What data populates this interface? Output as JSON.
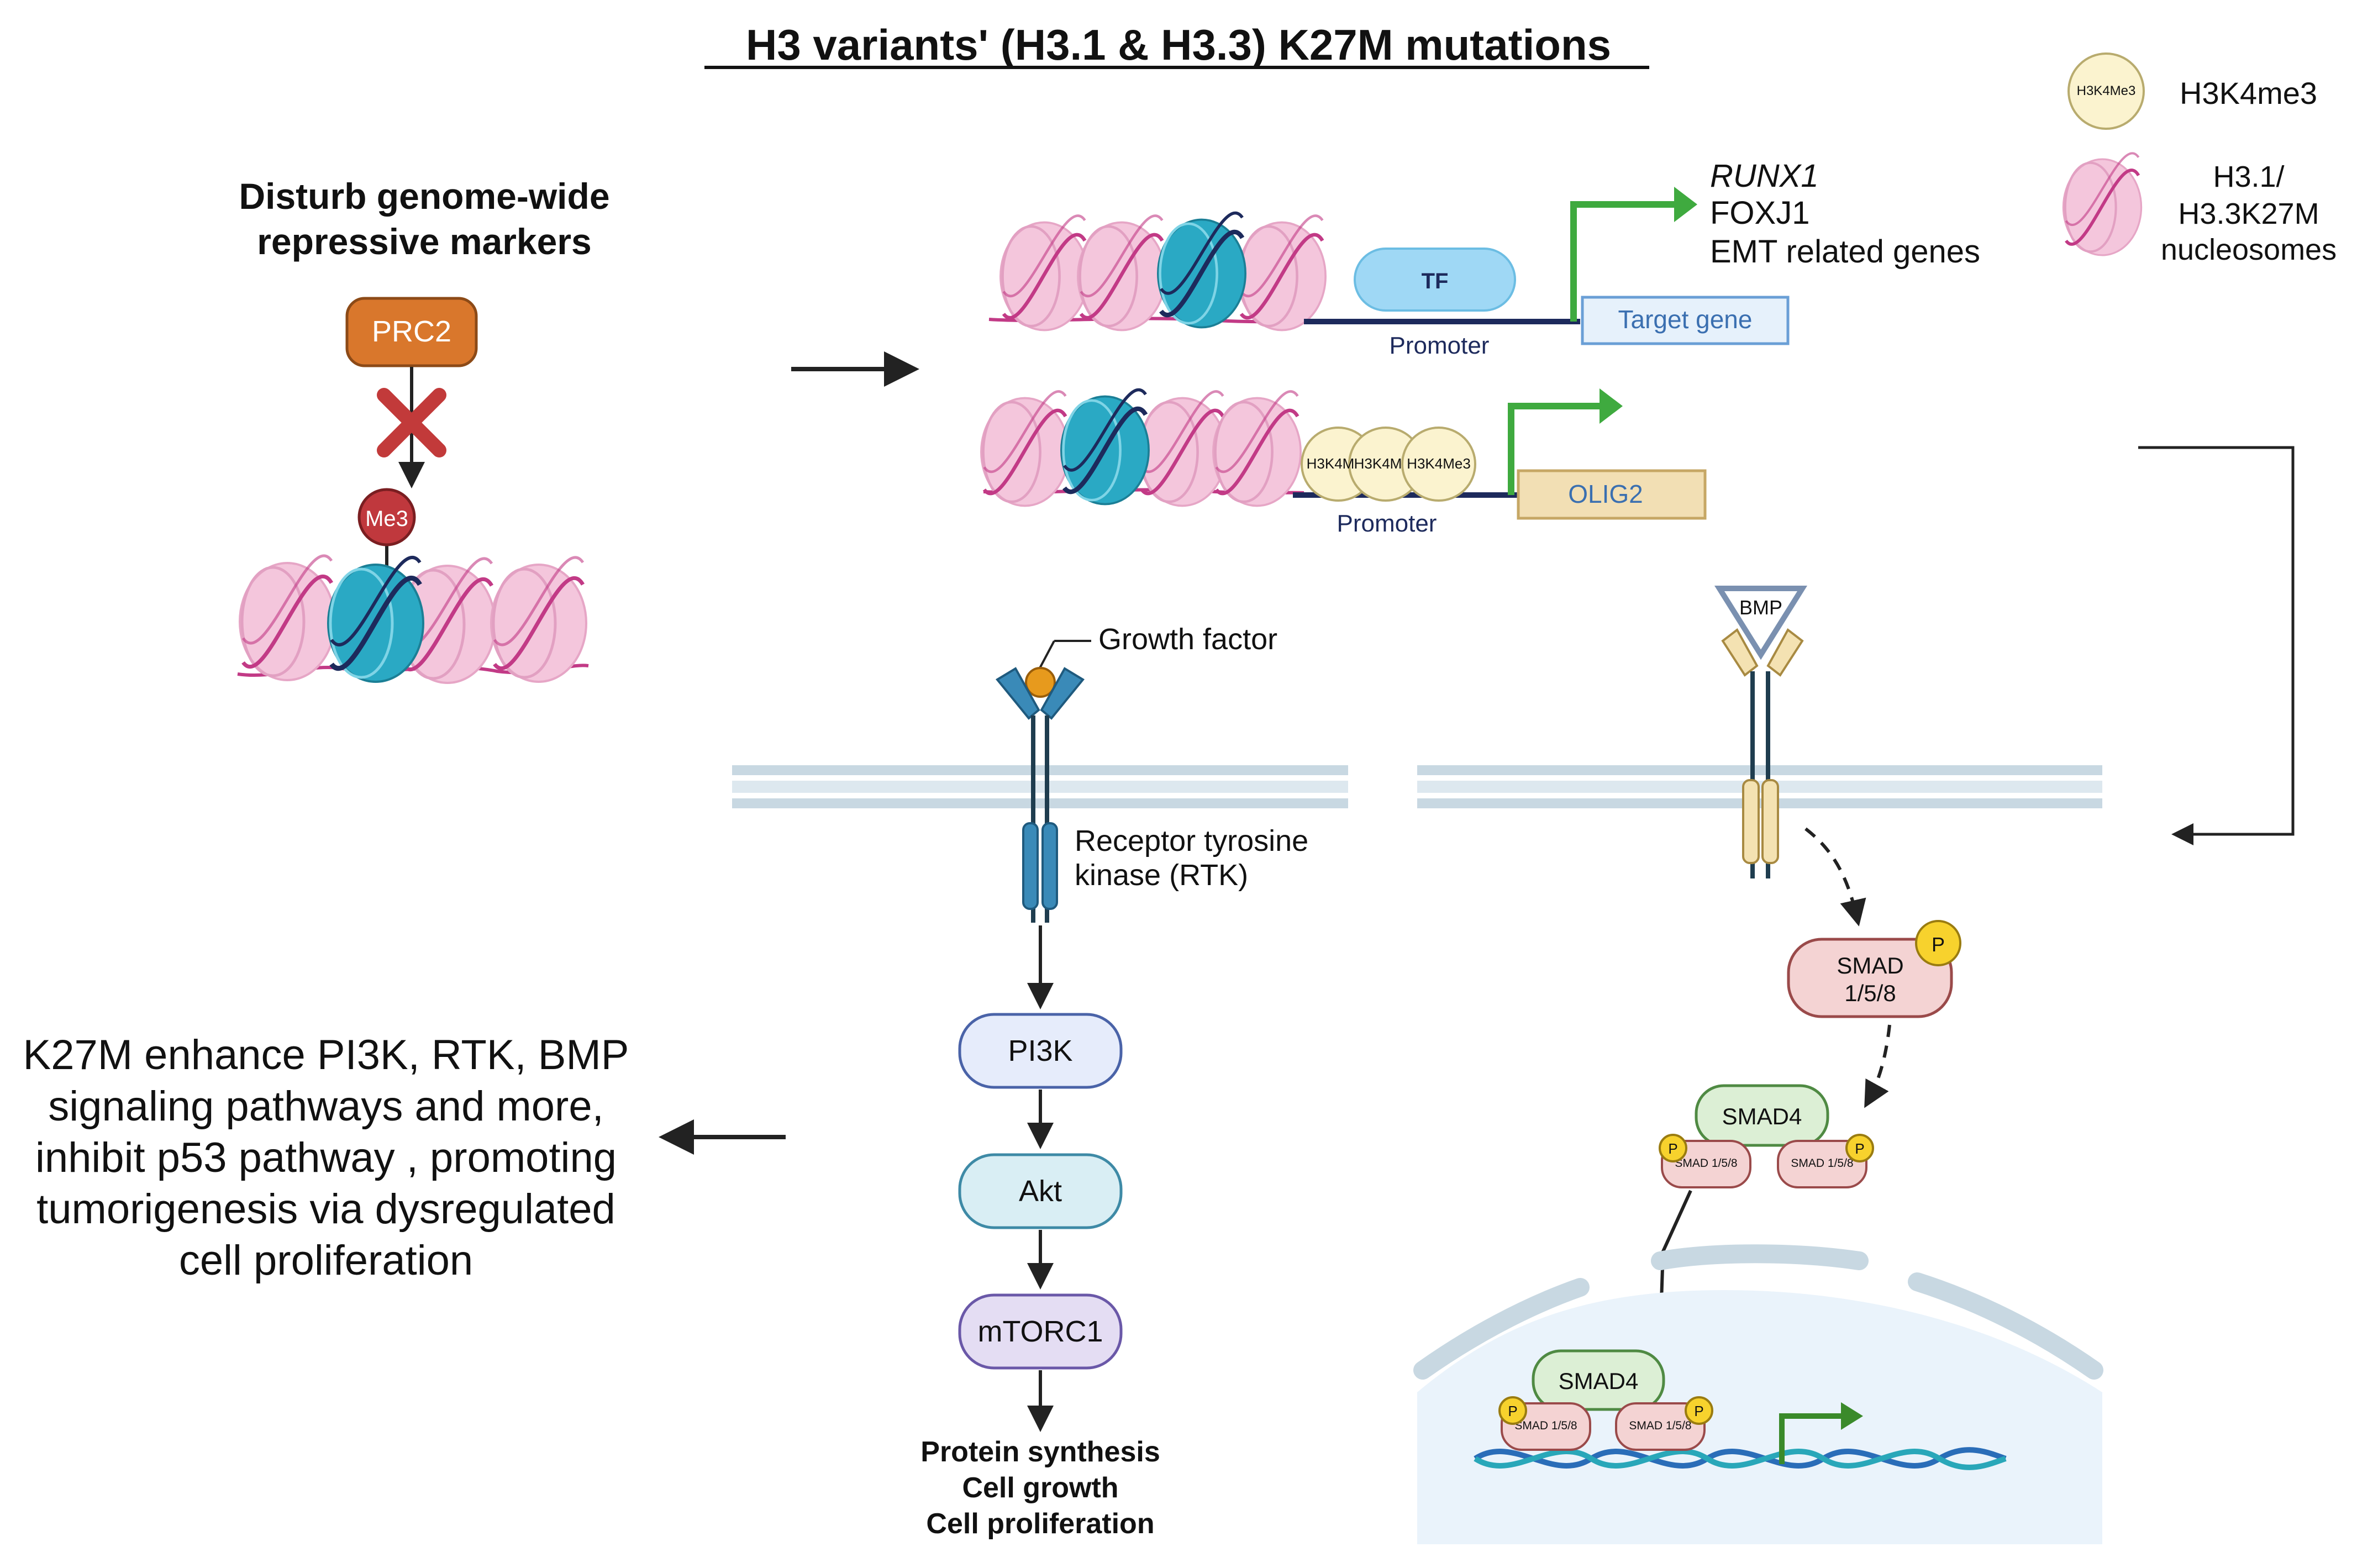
{
  "title": "H3 variants' (H3.1 & H3.3) K27M mutations",
  "legend": {
    "h3k4me3_badge": "H3K4Me3",
    "h3k4me3_label": "H3K4me3",
    "nucleosome_label_line1": "H3.1/",
    "nucleosome_label_line2": "H3.3K27M",
    "nucleosome_label_line3": "nucleosomes"
  },
  "left_panel": {
    "heading_line1": "Disturb genome-wide",
    "heading_line2": "repressive markers",
    "prc2": "PRC2",
    "me3": "Me3"
  },
  "promoter_panel": {
    "tf": "TF",
    "promoter_label": "Promoter",
    "target_gene": "Target gene",
    "gene_list": [
      "RUNX1",
      "FOXJ1",
      "EMT related genes"
    ],
    "h3k4_badges": [
      "H3K4M",
      "H3K4M",
      "H3K4Me3"
    ],
    "promoter_label_2": "Promoter",
    "olig2": "OLIG2"
  },
  "rtk_pathway": {
    "growth_factor": "Growth factor",
    "receptor_line1": "Receptor tyrosine",
    "receptor_line2": "kinase (RTK)",
    "pi3k": "PI3K",
    "akt": "Akt",
    "mtorc1": "mTORC1",
    "outcomes": [
      "Protein synthesis",
      "Cell growth",
      "Cell proliferation"
    ]
  },
  "bmp_pathway": {
    "bmp": "BMP",
    "smad158_line1": "SMAD",
    "smad158_line2": "1/5/8",
    "p": "P",
    "smad4": "SMAD4",
    "smad158_small": "SMAD 1/5/8"
  },
  "summary": [
    "K27M enhance PI3K, RTK, BMP",
    "signaling pathways and more,",
    "inhibit p53 pathway , promoting",
    "tumorigenesis via dysregulated",
    "cell proliferation"
  ],
  "colors": {
    "nucleosome_pink": "#f4c6dc",
    "nucleosome_mutant_teal": "#2aa9c4",
    "dna_line": "#c23a86",
    "prc2_orange": "#d9772c",
    "me3_red": "#c0383d",
    "tf_blue": "#9fd8f5",
    "green_arrow": "#3faa3f",
    "h3k4me3_cream": "#fbf3cf",
    "olig2_tan": "#f2dfb4",
    "receptor_blue": "#3a8ab8",
    "membrane": "#c8d8e2",
    "pi3k_fill": "#e6ecfb",
    "akt_fill": "#d9eef4",
    "mtorc1_fill": "#e4ddf3",
    "smad_pink": "#f4d3d3",
    "smad4_green": "#dcefd5",
    "phospho_yellow": "#f7d22d",
    "bmp_receptor": "#f4e2b2",
    "nucleus_fill": "#eaf3fb"
  }
}
